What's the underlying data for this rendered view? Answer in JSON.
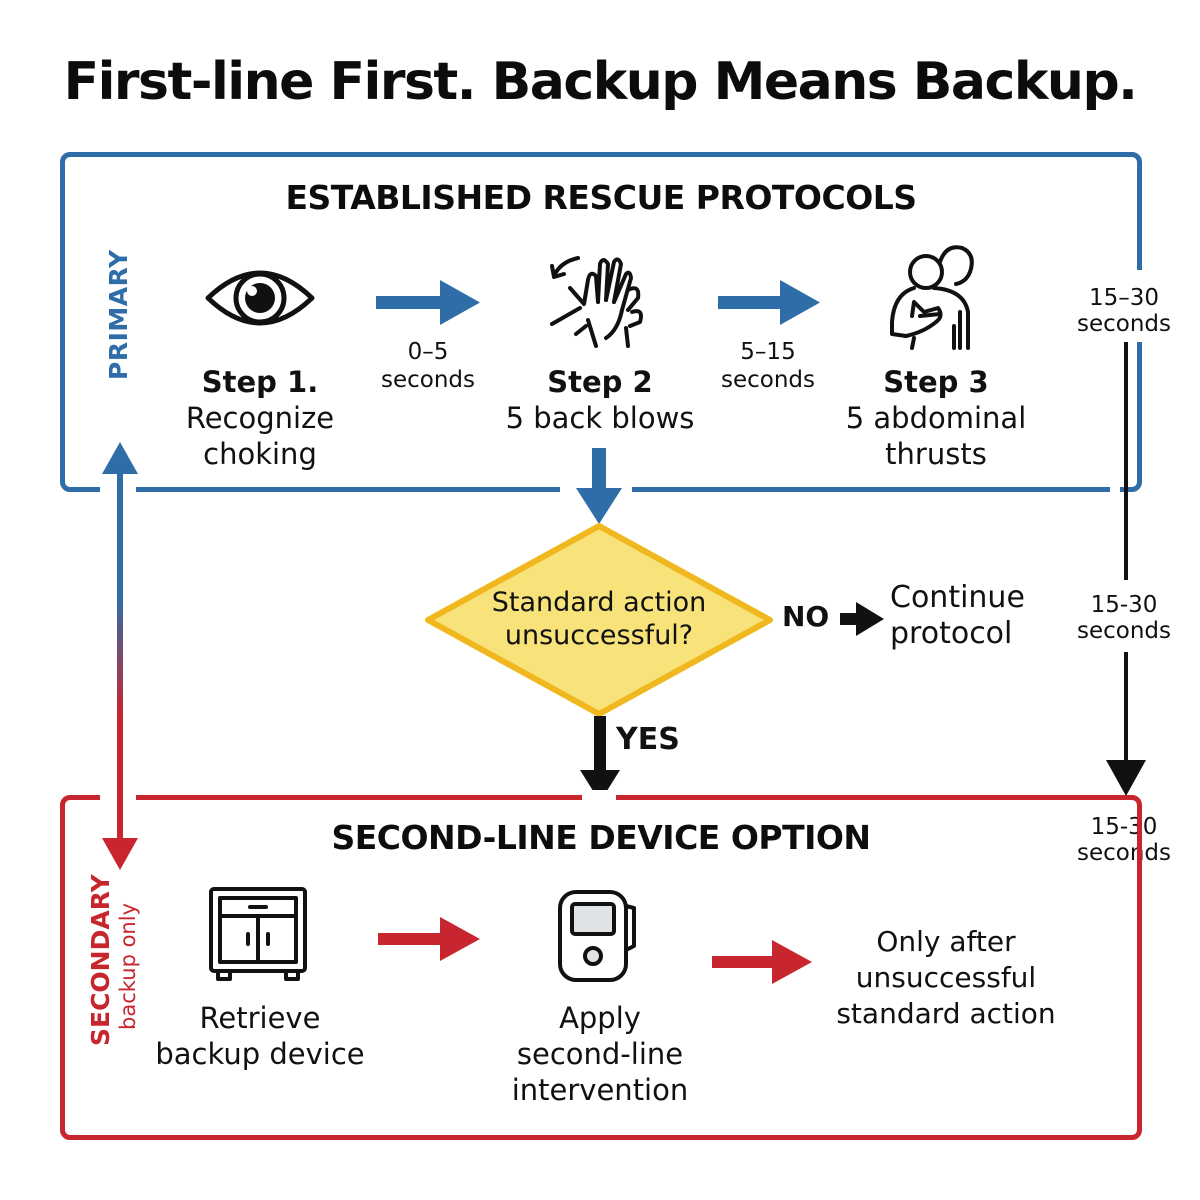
{
  "title": "First-line First. Backup Means Backup.",
  "colors": {
    "primary": "#2e6da8",
    "secondary": "#c8262e",
    "decision_fill": "#f8e27a",
    "decision_stroke": "#f0b81e",
    "text": "#111111"
  },
  "primary_section": {
    "heading": "ESTABLISHED RESCUE PROTOCOLS",
    "side_label": "PRIMARY",
    "steps": [
      {
        "icon": "eye-icon",
        "title": "Step 1.",
        "line1": "Recognize",
        "line2": "choking"
      },
      {
        "icon": "back-blows-hand-icon",
        "title": "Step 2",
        "line1": "5 back blows",
        "line2": ""
      },
      {
        "icon": "abdominal-thrust-icon",
        "title": "Step 3",
        "line1": "5 abdominal",
        "line2": "thrusts"
      }
    ],
    "transitions": [
      {
        "time": "0–5",
        "unit": "seconds"
      },
      {
        "time": "5–15",
        "unit": "seconds"
      }
    ]
  },
  "decision": {
    "question_line1": "Standard action",
    "question_line2": "unsuccessful?",
    "no_label": "NO",
    "no_outcome_line1": "Continue",
    "no_outcome_line2": "protocol",
    "yes_label": "YES"
  },
  "right_timeline": [
    {
      "time": "15–30",
      "unit": "seconds"
    },
    {
      "time": "15-30",
      "unit": "seconds"
    },
    {
      "time": "15-30",
      "unit": "seconds"
    }
  ],
  "secondary_section": {
    "heading": "SECOND-LINE DEVICE OPTION",
    "side_label": "SECONDARY",
    "side_sublabel": "backup only",
    "steps": [
      {
        "icon": "cabinet-icon",
        "line1": "Retrieve",
        "line2": "backup device",
        "line3": ""
      },
      {
        "icon": "handheld-device-icon",
        "line1": "Apply",
        "line2": "second-line",
        "line3": "intervention"
      }
    ],
    "note_line1": "Only after",
    "note_line2": "unsuccessful",
    "note_line3": "standard action"
  }
}
